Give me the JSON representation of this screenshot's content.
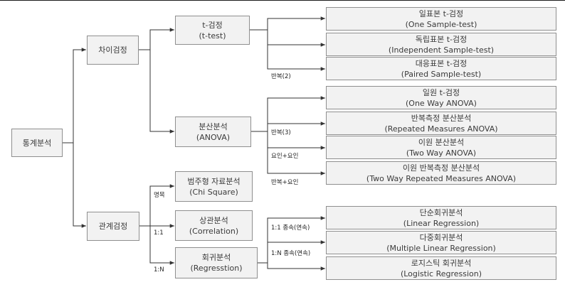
{
  "root": "통계분석",
  "level1": {
    "difference": "차이검정",
    "relation": "관계검정"
  },
  "level2": {
    "ttest": {
      "line1": "t-검정",
      "line2": "(t-test)"
    },
    "anova": {
      "line1": "분산분석",
      "line2": "(ANOVA)"
    },
    "chi": {
      "line1": "범주형 자료분석",
      "line2": "(Chi Square)"
    },
    "corr": {
      "line1": "상관분석",
      "line2": "(Correlation)"
    },
    "reg": {
      "line1": "회귀분석",
      "line2": "(Regresstion)"
    }
  },
  "leaves": {
    "one_sample": {
      "line1": "일표본 t-검정",
      "line2": "(One Sample-test)"
    },
    "independent": {
      "line1": "독립표본 t-검정",
      "line2": "(Independent Sample-test)"
    },
    "paired": {
      "line1": "대응표본 t-검정",
      "line2": "(Paired Sample-test)"
    },
    "one_way": {
      "line1": "일원 t-검정",
      "line2": "(One Way ANOVA)"
    },
    "repeated": {
      "line1": "반복측정 분산분석",
      "line2": "(Repeated Measures ANOVA)"
    },
    "two_way": {
      "line1": "이원 분산분석",
      "line2": "(Two Way ANOVA)"
    },
    "two_way_rep": {
      "line1": "이원 반복측정 분산분석",
      "line2": "(Two Way Repeated Measures ANOVA)"
    },
    "linear": {
      "line1": "단순회귀분석",
      "line2": "(Linear Regression)"
    },
    "multiple": {
      "line1": "다중회귀분석",
      "line2": "(Multiple Linear Regression)"
    },
    "logistic": {
      "line1": "로지스틱 회귀분석",
      "line2": "(Logistic Regression)"
    }
  },
  "edge_labels": {
    "repeat2": "반복(2)",
    "repeat3": "반복(3)",
    "factor_factor": "요인+요인",
    "repeat_factor": "반복+요인",
    "nominal": "명목",
    "one_to_one": "1:1",
    "one_to_n": "1:N",
    "one_to_one_dep": "1:1 종속(연속)",
    "one_to_n_dep": "1:N 종속(연속)"
  }
}
